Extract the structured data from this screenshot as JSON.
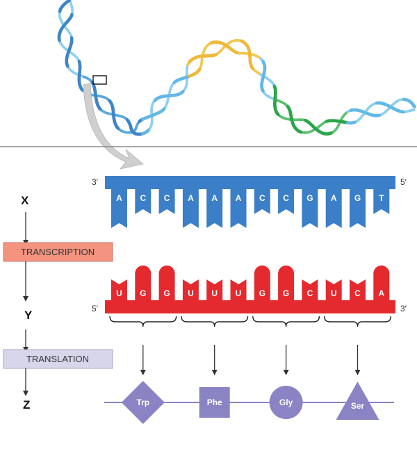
{
  "colors": {
    "dna_strand": "#3a7fc8",
    "dna_strand_dark": "#2a63a8",
    "mrna": "#e42a2e",
    "amino_acid": "#8a83c4",
    "transcription_box": "#f49480",
    "translation_box": "#d8d6ea",
    "helix_light_blue": "#8ed0ee",
    "helix_blue": "#3f86c8",
    "helix_yellow": "#f3c64e",
    "helix_green": "#2aa64a"
  },
  "labels": {
    "x": "X",
    "y": "Y",
    "z": "Z",
    "transcription": "TRANSCRIPTION",
    "translation": "TRANSLATION"
  },
  "dna": {
    "left_end": "3′",
    "right_end": "5′",
    "bases": [
      "A",
      "C",
      "C",
      "A",
      "A",
      "A",
      "C",
      "C",
      "G",
      "A",
      "G",
      "T"
    ]
  },
  "mrna": {
    "left_end": "5′",
    "right_end": "3′",
    "bases": [
      "U",
      "G",
      "G",
      "U",
      "U",
      "U",
      "G",
      "G",
      "C",
      "U",
      "C",
      "A"
    ]
  },
  "amino_acids": [
    {
      "name": "Trp",
      "shape": "diamond"
    },
    {
      "name": "Phe",
      "shape": "square"
    },
    {
      "name": "Gly",
      "shape": "circle"
    },
    {
      "name": "Ser",
      "shape": "triangle"
    }
  ]
}
